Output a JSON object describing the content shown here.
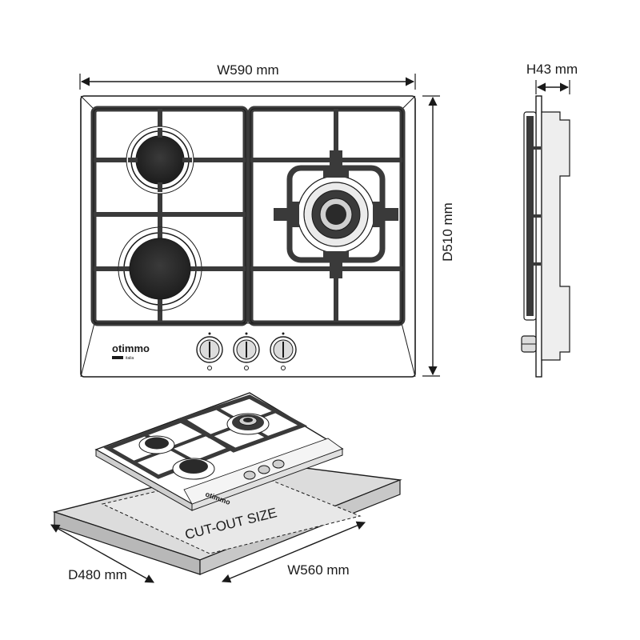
{
  "dimensions": {
    "width_top": "W590 mm",
    "depth_top": "D510 mm",
    "height_side": "H43 mm",
    "cutout_depth": "D480 mm",
    "cutout_width": "W560 mm"
  },
  "brand": {
    "name": "otimmo",
    "sub": "italia"
  },
  "cutout_label": "CUT-OUT SIZE",
  "icons": {
    "burner": "burner-icon",
    "knob": "knob-icon",
    "arrow": "dimension-arrow-icon"
  },
  "colors": {
    "line": "#1a1a1a",
    "burner_cap": "#2a2a2a",
    "grate": "#3a3a3a",
    "counter_top": "#dcdcdc",
    "counter_side": "#b8b8b8",
    "cutout": "#e8e8e8"
  }
}
